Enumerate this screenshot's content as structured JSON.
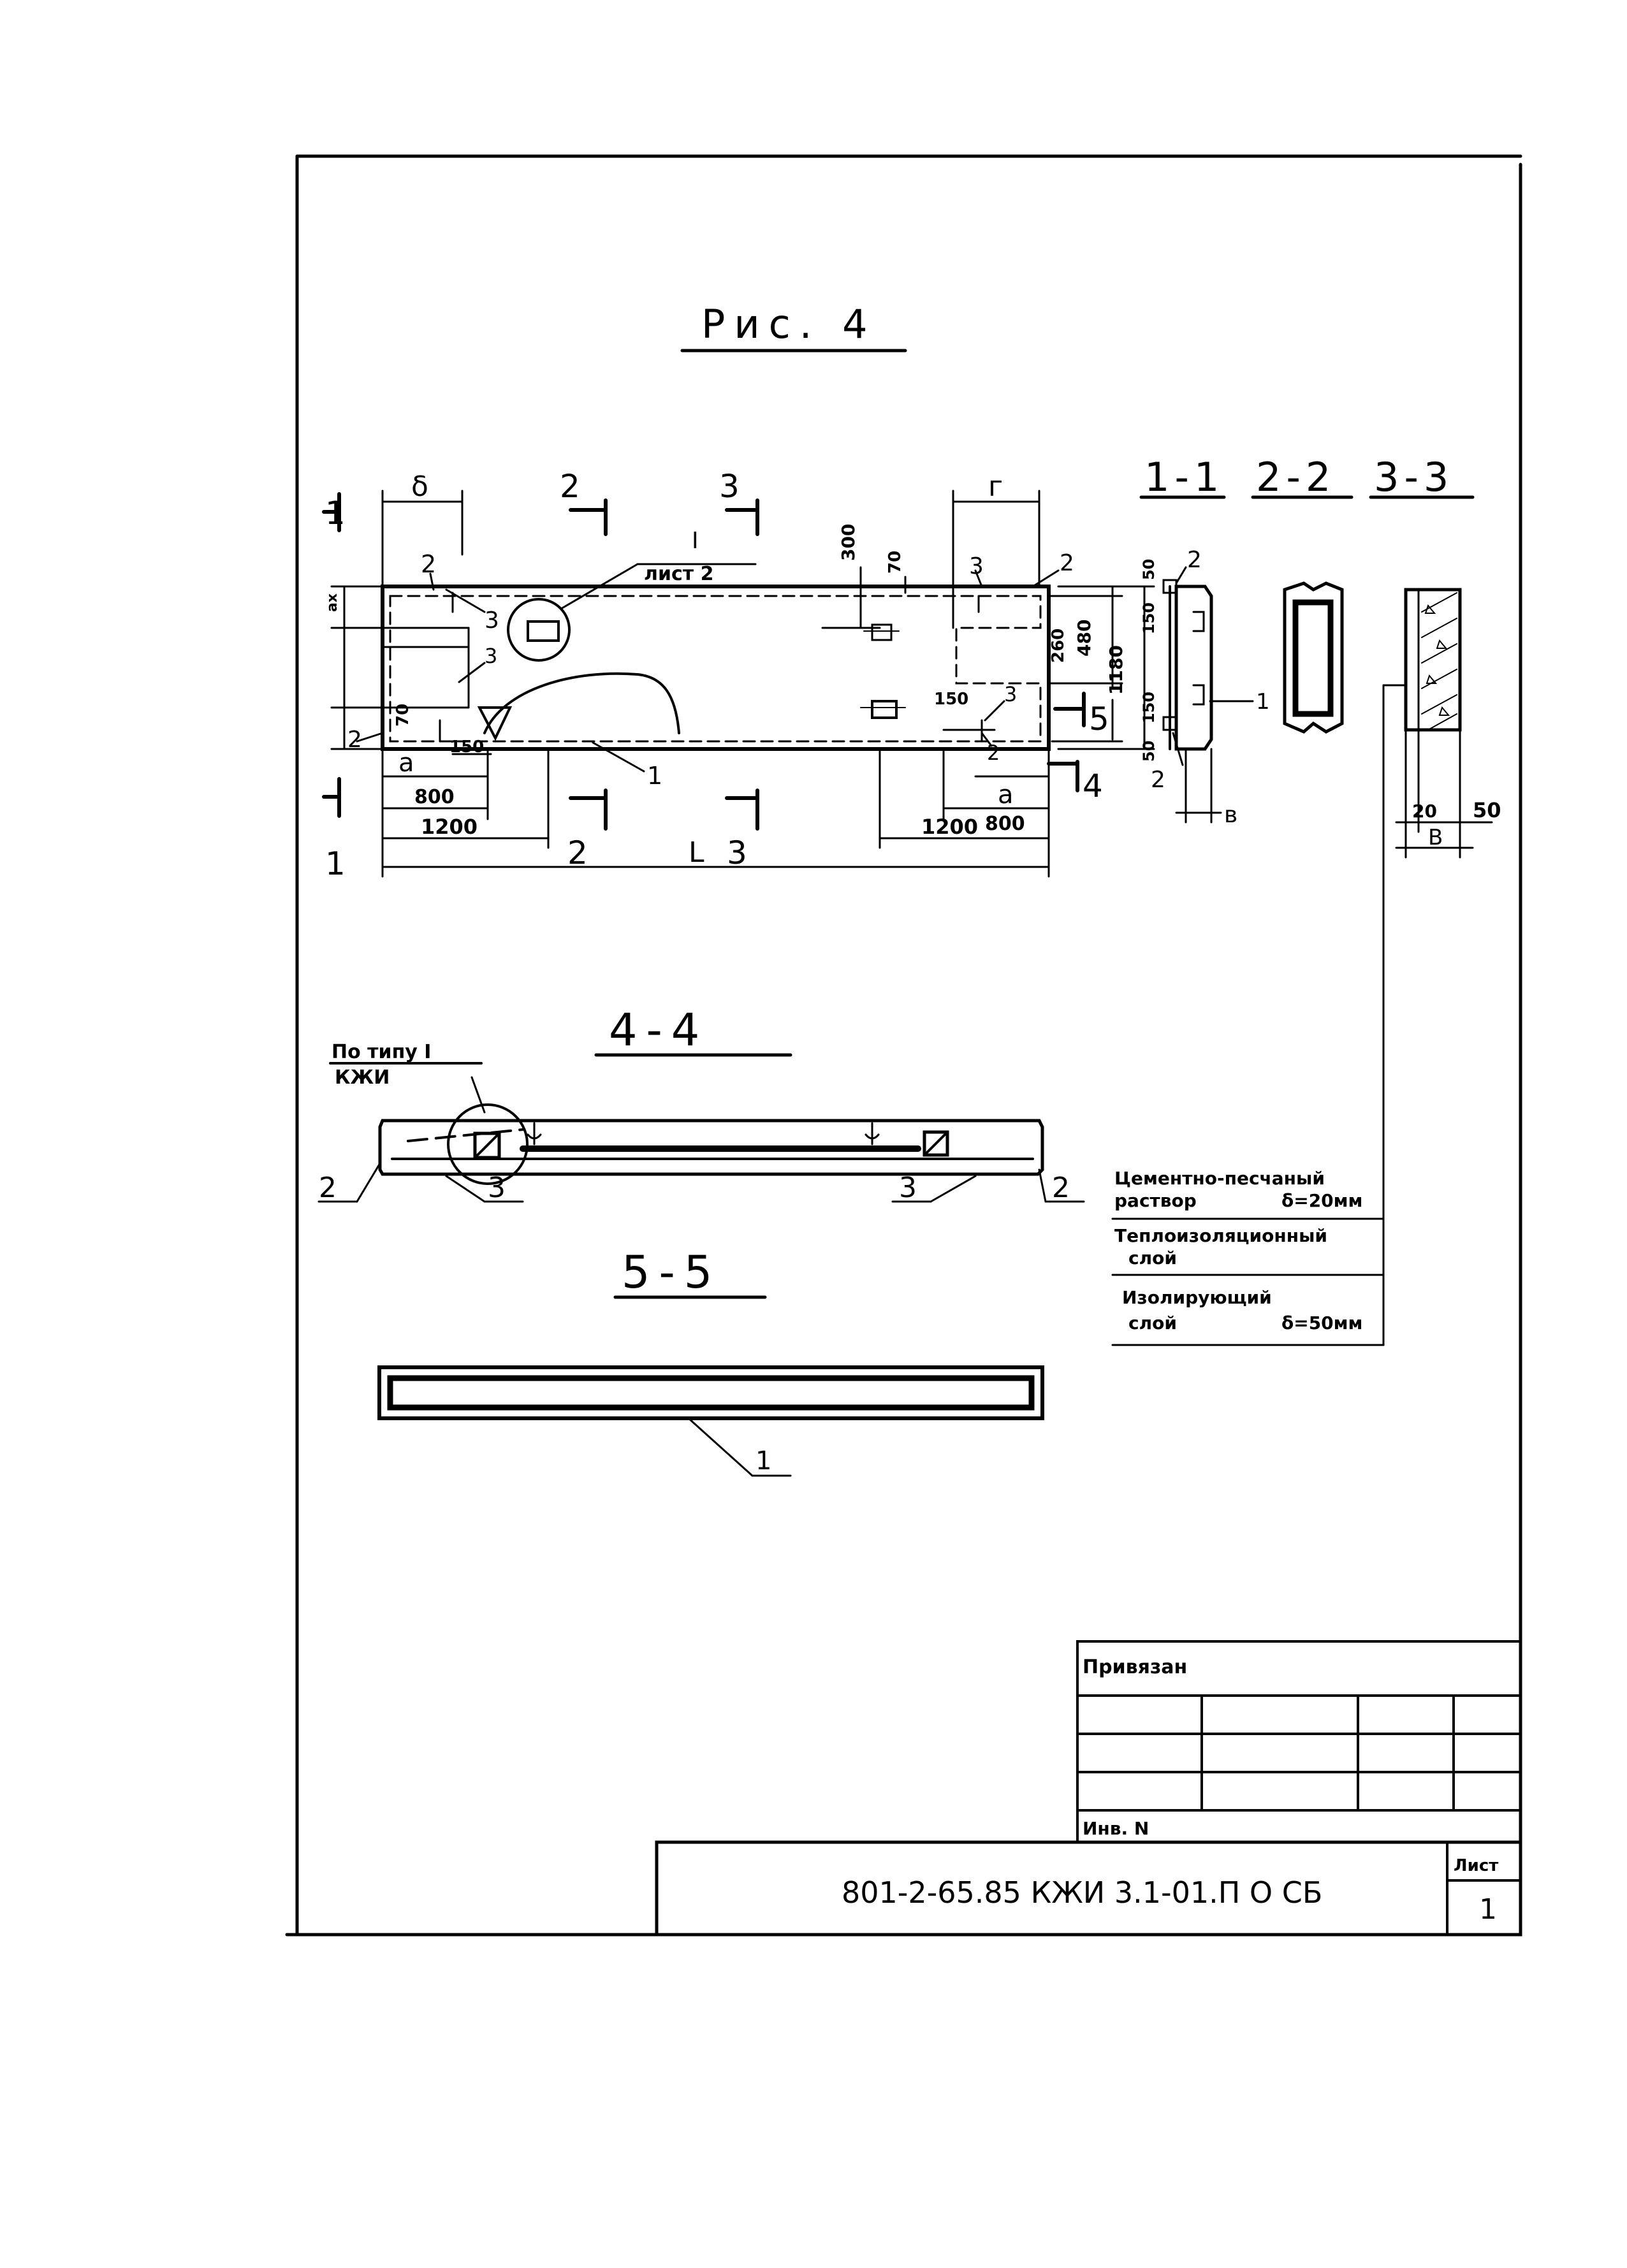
{
  "figure_title": "Рис. 4",
  "section_marks": {
    "c1": "1",
    "c2": "2",
    "c3": "3",
    "c4": "4",
    "c5": "5",
    "title_1_1": "1-1",
    "title_2_2": "2-2",
    "title_3_3": "3-3",
    "title_4_4": "4-4",
    "title_5_5": "5-5"
  },
  "detail_callout": {
    "numeral": "I",
    "sheet": "лист 2"
  },
  "dimensions": {
    "d_b": "δ",
    "d_g": "г",
    "d_a": "a",
    "d_v": "в",
    "d_L": "L",
    "d_800": "800",
    "d_1200": "1200",
    "d_150": "150",
    "d_70": "70",
    "d_300": "300",
    "d_260": "260",
    "d_480": "480",
    "d_1180": "1180",
    "d_50": "50",
    "d_20": "20",
    "d_ax": "ах",
    "d_B": "В"
  },
  "item_labels": {
    "p1": "1",
    "p2": "2",
    "p3": "3"
  },
  "type_ref": {
    "line1": "По типу I",
    "line2": "КЖИ"
  },
  "layer_legend": [
    {
      "line1": "Цементно-песчаный",
      "line2": "раствор",
      "value": "δ=20мм"
    },
    {
      "line1": "Теплоизоляционный",
      "line2": "слой",
      "value": ""
    },
    {
      "line1": "Изолирующий",
      "line2": "слой",
      "value": "δ=50мм"
    }
  ],
  "stamp": {
    "bound_label": "Привязан",
    "inv_label": "Инв. N",
    "doc_code": "801-2-65.85 КЖИ 3.1-01.П О СБ",
    "sheet_label": "Лист",
    "sheet_number": "1"
  }
}
